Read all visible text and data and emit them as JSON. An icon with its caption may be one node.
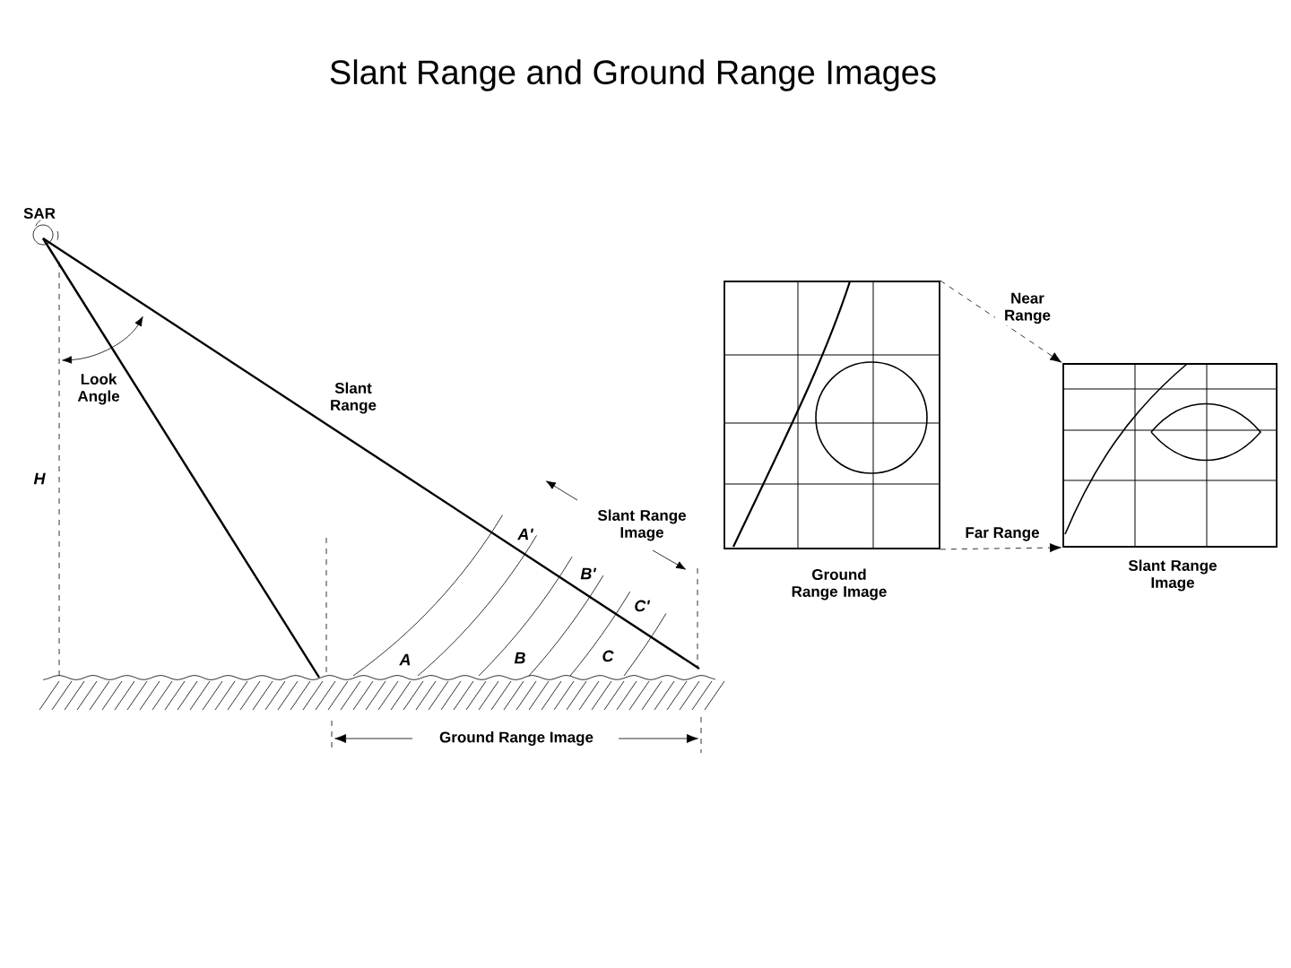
{
  "diagram": {
    "title": "Slant Range and Ground Range Images",
    "nodes": [
      {
        "text": [
          "Ground Range Image"
        ]
      },
      {
        "text": [
          "Slant Range Image"
        ]
      }
    ],
    "edges": [
      {
        "from": 0,
        "to": 1,
        "arrow": "to",
        "style": "dashed",
        "label": "Near Range"
      },
      {
        "from": 0,
        "to": 1,
        "arrow": "to",
        "style": "dashed",
        "label": "Far Range"
      }
    ],
    "labels": [
      "SAR",
      "Look Angle",
      "Slant Range",
      "H",
      "Slant Range Image",
      "A'",
      "B'",
      "C'",
      "A",
      "B",
      "C",
      "Ground Range Image"
    ]
  }
}
